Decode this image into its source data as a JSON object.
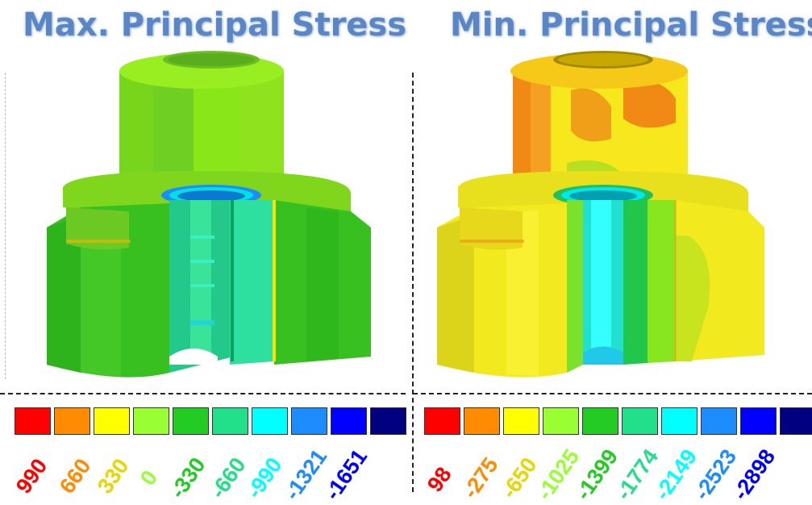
{
  "panels": {
    "left": {
      "title": "Max. Principal Stress",
      "legend": [
        {
          "color": "#ff0000",
          "label": "990"
        },
        {
          "color": "#ff8c00",
          "label": "660"
        },
        {
          "color": "#ffff00",
          "label": "330"
        },
        {
          "color": "#99ff33",
          "label": "0"
        },
        {
          "color": "#22cc22",
          "label": "-330"
        },
        {
          "color": "#22e08a",
          "label": "-660"
        },
        {
          "color": "#00ffff",
          "label": "-990"
        },
        {
          "color": "#1c8cff",
          "label": "-1321"
        },
        {
          "color": "#0000ff",
          "label": "-1651"
        },
        {
          "color": "#000080",
          "label": ""
        }
      ]
    },
    "right": {
      "title": "Min. Principal Stress",
      "legend": [
        {
          "color": "#ff0000",
          "label": "98"
        },
        {
          "color": "#ff8c00",
          "label": "-275"
        },
        {
          "color": "#ffff00",
          "label": "-650"
        },
        {
          "color": "#99ff33",
          "label": "-1025"
        },
        {
          "color": "#22cc22",
          "label": "-1399"
        },
        {
          "color": "#22e08a",
          "label": "-1774"
        },
        {
          "color": "#00ffff",
          "label": "-2149"
        },
        {
          "color": "#1c8cff",
          "label": "-2523"
        },
        {
          "color": "#0000ff",
          "label": "-2898"
        },
        {
          "color": "#000080",
          "label": ""
        }
      ]
    }
  }
}
